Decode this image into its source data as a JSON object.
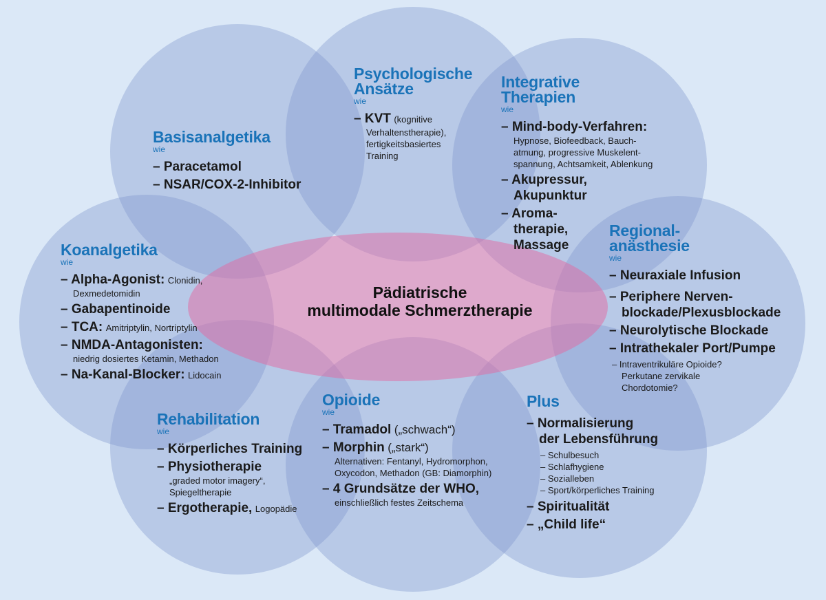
{
  "center_title": "Pädiatrische multimodale Schmerztherapie",
  "center_title_line1": "Pädiatrische",
  "center_title_line2": "multimodale Schmerztherapie",
  "colors": {
    "background": "#dbe8f7",
    "circle_fill": "#7f96cd",
    "ellipse_fill": "#e26aa2",
    "title": "#1a73b8"
  },
  "basisanalgetika": {
    "title": "Basisanalgetika",
    "wie": "wie",
    "items": [
      "– Paracetamol",
      "– NSAR/COX-2-Inhibitor"
    ]
  },
  "psychologische": {
    "title_line1": "Psychologische",
    "title_line2": "Ansätze",
    "wie": "wie",
    "item_main": "– KVT",
    "item_sub1": "(kognitive",
    "item_sub2": "Verhaltenstherapie),",
    "item_sub3": "fertigkeitsbasiertes",
    "item_sub4": "Training"
  },
  "integrative": {
    "title_line1": "Integrative",
    "title_line2": "Therapien",
    "wie": "wie",
    "item1_main": "– Mind-body-Verfahren:",
    "item1_d1": "Hypnose, Biofeedback, Bauch-",
    "item1_d2": "atmung, progressive Muskelent-",
    "item1_d3": "spannung,  Achtsamkeit, Ablenkung",
    "item2_l1": "– Akupressur,",
    "item2_l2": "Akupunktur",
    "item3_l1": "– Aroma-",
    "item3_l2": "therapie,",
    "item3_l3": "Massage"
  },
  "koanalgetika": {
    "title": "Koanalgetika",
    "wie": "wie",
    "item1_main": "– Alpha-Agonist:",
    "item1_sub": "Clonidin,",
    "item1_d": "Dexmedetomidin",
    "item2_main": "– Gabapentinoide",
    "item3_main": "– TCA:",
    "item3_sub": "Amitriptylin, Nortriptylin",
    "item4_main": "– NMDA-Antagonisten:",
    "item4_d": "niedrig dosiertes Ketamin, Methadon",
    "item5_main": "– Na-Kanal-Blocker:",
    "item5_sub": "Lidocain"
  },
  "regional": {
    "title_line1": "Regional-",
    "title_line2": "anästhesie",
    "wie": "wie",
    "item1": "– Neuraxiale Infusion",
    "item2_l1": "– Periphere Nerven-",
    "item2_l2": "blockade/Plexusblockade",
    "item3": "– Neurolytische Blockade",
    "item4": "– Intrathekaler Port/Pumpe",
    "item5_l1": "–  Intraventrikuläre Opioide?",
    "item5_l2": "Perkutane zervikale",
    "item5_l3": "Chordotomie?"
  },
  "rehabilitation": {
    "title": "Rehabilitation",
    "wie": "wie",
    "item1": "– Körperliches Training",
    "item2_main": "– Physiotherapie",
    "item2_d1": "„graded motor imagery“,",
    "item2_d2": "Spiegeltherapie",
    "item3_main": "– Ergotherapie,",
    "item3_sub": "Logopädie"
  },
  "opioide": {
    "title": "Opioide",
    "wie": "wie",
    "item1_main": "– Tramadol",
    "item1_sub": "(„schwach“)",
    "item2_main": "– Morphin",
    "item2_sub": "(„stark“)",
    "item2_d1": "Alternativen: Fentanyl, Hydromorphon,",
    "item2_d2": "Oxycodon, Methadon (GB: Diamorphin)",
    "item3_main": "– 4 Grundsätze der WHO,",
    "item3_d": "einschließlich festes Zeitschema"
  },
  "plus": {
    "title": "Plus",
    "item1_l1": "– Normalisierung",
    "item1_l2": "der Lebensführung",
    "subitems": [
      "– Schulbesuch",
      "– Schlafhygiene",
      "– Sozialleben",
      "– Sport/körperliches Training"
    ],
    "item2": "– Spiritualität",
    "item3": "– „Child life“"
  }
}
